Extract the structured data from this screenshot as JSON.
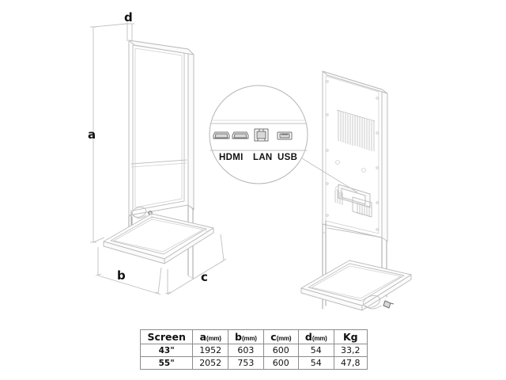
{
  "drawing": {
    "title": "Floor stand digital signage kiosk dimensional drawing",
    "line_color": "#b8b8b8",
    "line_color_dark": "#8c8c8c",
    "background": "#ffffff",
    "views": [
      {
        "name": "front-isometric-view",
        "description": "Portrait display on floor stand, front three-quarter isometric"
      },
      {
        "name": "rear-isometric-view",
        "description": "Rear panel with ventilation slots, VESA holes and connector box"
      }
    ]
  },
  "dimension_labels": [
    {
      "key": "a",
      "label": "a",
      "meaning": "overall height"
    },
    {
      "key": "b",
      "label": "b",
      "meaning": "base depth"
    },
    {
      "key": "c",
      "label": "c",
      "meaning": "base width"
    },
    {
      "key": "d",
      "label": "d",
      "meaning": "panel thickness"
    }
  ],
  "callout": {
    "name": "port-detail-callout",
    "ports": [
      {
        "id": "hdmi-1",
        "icon": "hdmi-port-icon",
        "label": "HDMI"
      },
      {
        "id": "hdmi-2",
        "icon": "hdmi-port-icon",
        "label": ""
      },
      {
        "id": "lan",
        "icon": "rj45-lan-port-icon",
        "label": "LAN"
      },
      {
        "id": "usb",
        "icon": "usb-port-icon",
        "label": "USB"
      }
    ],
    "labels": [
      "HDMI",
      "LAN",
      "USB"
    ]
  },
  "spec_table": {
    "name": "dimensions-table",
    "headers": [
      {
        "text": "Screen",
        "unit": ""
      },
      {
        "text": "a",
        "unit": "(mm)"
      },
      {
        "text": "b",
        "unit": "(mm)"
      },
      {
        "text": "c",
        "unit": "(mm)"
      },
      {
        "text": "d",
        "unit": "(mm)"
      },
      {
        "text": "Kg",
        "unit": ""
      }
    ],
    "rows": [
      {
        "screen": "43\"",
        "a": "1952",
        "b": "603",
        "c": "600",
        "d": "54",
        "kg": "33,2"
      },
      {
        "screen": "55\"",
        "a": "2052",
        "b": "753",
        "c": "600",
        "d": "54",
        "kg": "47,8"
      }
    ]
  }
}
